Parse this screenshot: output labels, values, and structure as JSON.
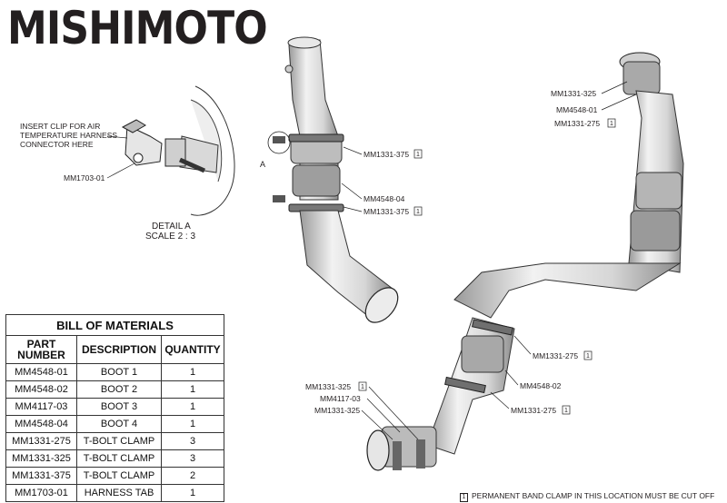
{
  "brand": {
    "logo_text": "MISHIMOTO"
  },
  "detail": {
    "clip_note": [
      "INSERT CLIP FOR AIR",
      "TEMPERATURE HARNESS",
      "CONNECTOR HERE"
    ],
    "tab_part": "MM1703-01",
    "title": "DETAIL A",
    "scale": "SCALE 2 : 3",
    "marker": "A"
  },
  "callouts": {
    "left_pipe": [
      {
        "text": "MM1331-375",
        "box": "1"
      },
      {
        "text": "MM4548-04",
        "box": ""
      },
      {
        "text": "MM1331-375",
        "box": "1"
      }
    ],
    "right_top": [
      {
        "text": "MM1331-325",
        "box": ""
      },
      {
        "text": "MM4548-01",
        "box": ""
      },
      {
        "text": "MM1331-275",
        "box": "1"
      }
    ],
    "right_mid": [
      {
        "text": "MM1331-275",
        "box": "1"
      },
      {
        "text": "MM4548-02",
        "box": ""
      },
      {
        "text": "MM1331-275",
        "box": "1"
      }
    ],
    "bottom_left": [
      {
        "text": "MM1331-325",
        "box": "1"
      },
      {
        "text": "MM4117-03",
        "box": ""
      },
      {
        "text": "MM1331-325",
        "box": ""
      }
    ]
  },
  "bom": {
    "title": "BILL OF MATERIALS",
    "headers": [
      "PART NUMBER",
      "DESCRIPTION",
      "QUANTITY"
    ],
    "rows": [
      [
        "MM4548-01",
        "BOOT 1",
        "1"
      ],
      [
        "MM4548-02",
        "BOOT 2",
        "1"
      ],
      [
        "MM4117-03",
        "BOOT 3",
        "1"
      ],
      [
        "MM4548-04",
        "BOOT 4",
        "1"
      ],
      [
        "MM1331-275",
        "T-BOLT CLAMP",
        "3"
      ],
      [
        "MM1331-325",
        "T-BOLT CLAMP",
        "3"
      ],
      [
        "MM1331-375",
        "T-BOLT CLAMP",
        "2"
      ],
      [
        "MM1703-01",
        "HARNESS TAB",
        "1"
      ]
    ]
  },
  "footnote": {
    "box": "1",
    "text": "PERMANENT BAND CLAMP IN THIS LOCATION MUST BE CUT OFF"
  }
}
